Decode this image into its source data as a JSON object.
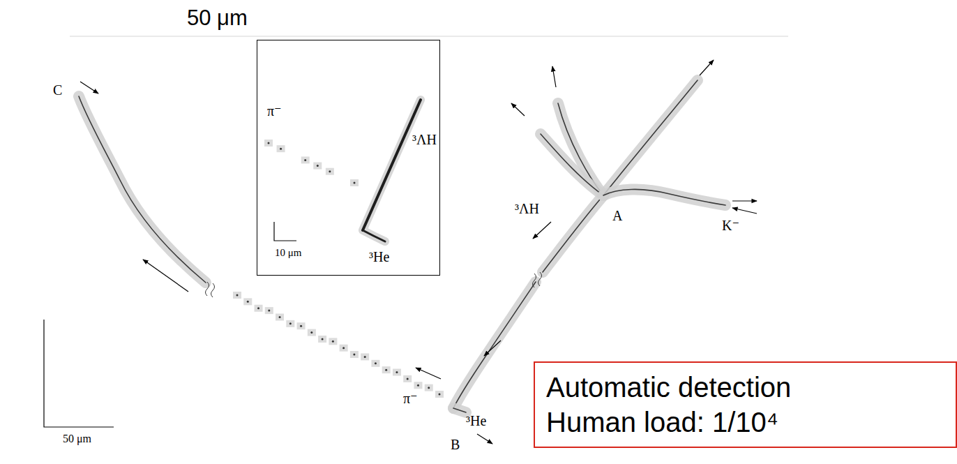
{
  "diagram": {
    "title": "50 μm",
    "nodes": [
      {
        "text": [
          "π⁻",
          "³ΛH",
          "³He",
          "10 μm"
        ]
      },
      {
        "text": [
          "Automatic detection",
          "Human load: 1/10⁴"
        ]
      }
    ],
    "labels": [
      "C",
      "³ΛH",
      "A",
      "K⁻",
      "π⁻",
      "³He",
      "B",
      "50 μm"
    ]
  }
}
